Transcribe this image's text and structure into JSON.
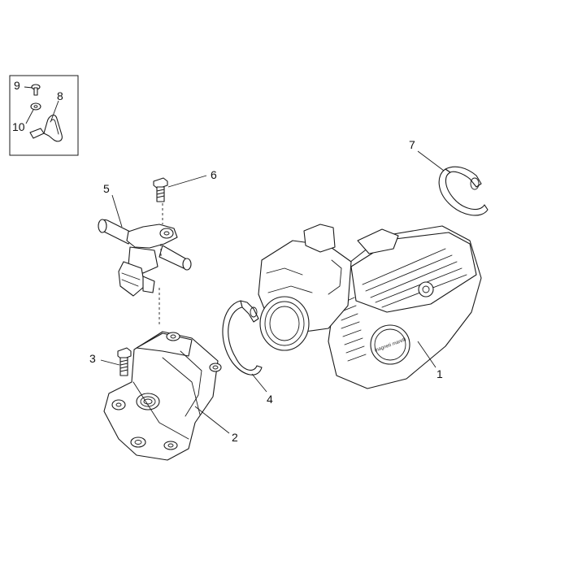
{
  "diagram": {
    "callouts": [
      {
        "id": "1",
        "label": "1"
      },
      {
        "id": "2",
        "label": "2"
      },
      {
        "id": "3",
        "label": "3"
      },
      {
        "id": "4",
        "label": "4"
      },
      {
        "id": "5",
        "label": "5"
      },
      {
        "id": "6",
        "label": "6"
      },
      {
        "id": "7",
        "label": "7"
      },
      {
        "id": "8",
        "label": "8"
      },
      {
        "id": "9",
        "label": "9"
      },
      {
        "id": "10",
        "label": "10"
      }
    ],
    "throttle_body_emboss": "magneti marelli"
  }
}
